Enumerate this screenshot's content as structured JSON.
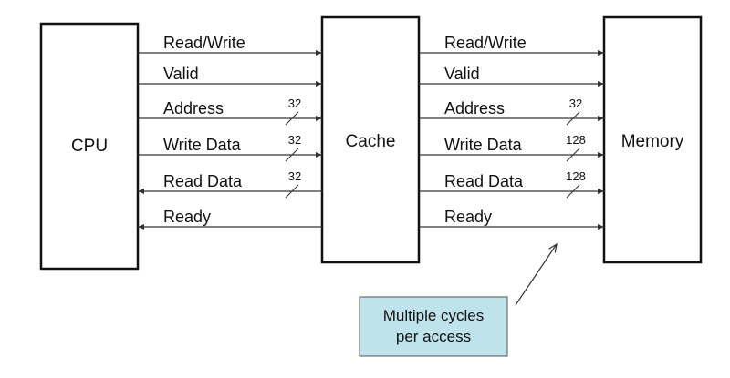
{
  "blocks": {
    "cpu": "CPU",
    "cache": "Cache",
    "memory": "Memory"
  },
  "cpu_cache_signals": [
    {
      "label": "Read/Write",
      "direction": "to-cache",
      "width": ""
    },
    {
      "label": "Valid",
      "direction": "to-cache",
      "width": ""
    },
    {
      "label": "Address",
      "direction": "to-cache",
      "width": "32"
    },
    {
      "label": "Write Data",
      "direction": "to-cache",
      "width": "32"
    },
    {
      "label": "Read Data",
      "direction": "to-cpu",
      "width": "32"
    },
    {
      "label": "Ready",
      "direction": "to-cpu",
      "width": ""
    }
  ],
  "cache_memory_signals": [
    {
      "label": "Read/Write",
      "direction": "to-memory",
      "width": ""
    },
    {
      "label": "Valid",
      "direction": "to-memory",
      "width": ""
    },
    {
      "label": "Address",
      "direction": "to-memory",
      "width": "32"
    },
    {
      "label": "Write Data",
      "direction": "to-memory",
      "width": "128"
    },
    {
      "label": "Read Data",
      "direction": "to-cache",
      "width": "128"
    },
    {
      "label": "Ready",
      "direction": "to-cache",
      "width": ""
    }
  ],
  "callout": {
    "line1": "Multiple cycles",
    "line2": "per access",
    "fill_color": "#bfe3ea"
  }
}
